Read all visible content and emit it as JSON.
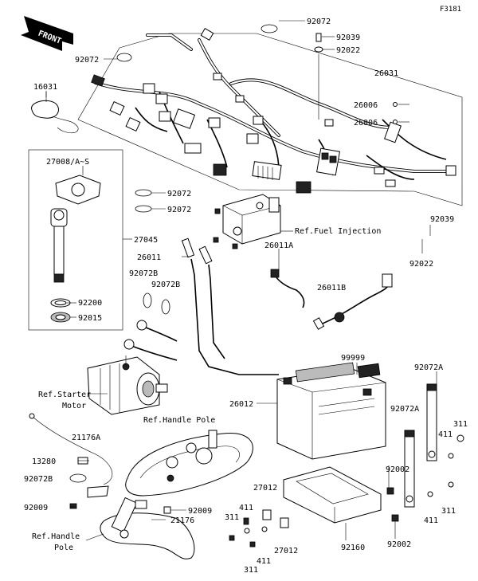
{
  "figure_code": "F3181",
  "front_label": "FRONT",
  "labels": {
    "p92072_top": "92072",
    "p92039_top": "92039",
    "p92022_top": "92022",
    "p92072_left": "92072",
    "p26031": "26031",
    "p16031": "16031",
    "p26006_a": "26006",
    "p26006_b": "26006",
    "p27008": "27008/A~S",
    "p92072_m1": "92072",
    "p92072_m2": "92072",
    "p27045": "27045",
    "ref_fuel": "Ref.Fuel Injection",
    "p92039_r": "92039",
    "p26011a": "26011A",
    "p26011": "26011",
    "p92022_r": "92022",
    "p92072b_a": "92072B",
    "p92072b_b": "92072B",
    "p92200": "92200",
    "p26011b": "26011B",
    "p92015": "92015",
    "p99999": "99999",
    "p92072a_a": "92072A",
    "ref_starter_1": "Ref.Starter",
    "ref_starter_2": "Motor",
    "p26012": "26012",
    "ref_handle_top": "Ref.Handle Pole",
    "p92072a_b": "92072A",
    "p311_a": "311",
    "p21176a": "21176A",
    "p411_a": "411",
    "p13280": "13280",
    "p92002_a": "92002",
    "p92072b_c": "92072B",
    "p27012_a": "27012",
    "p311_b": "311",
    "p92009_a": "92009",
    "p411_b": "411",
    "p92009_b": "92009",
    "p411_c": "411",
    "p21176": "21176",
    "p311_c": "311",
    "ref_handle_1": "Ref.Handle",
    "ref_handle_2": "Pole",
    "p27012_b": "27012",
    "p92160": "92160",
    "p92002_b": "92002",
    "p411_d": "411",
    "p311_d": "311"
  }
}
